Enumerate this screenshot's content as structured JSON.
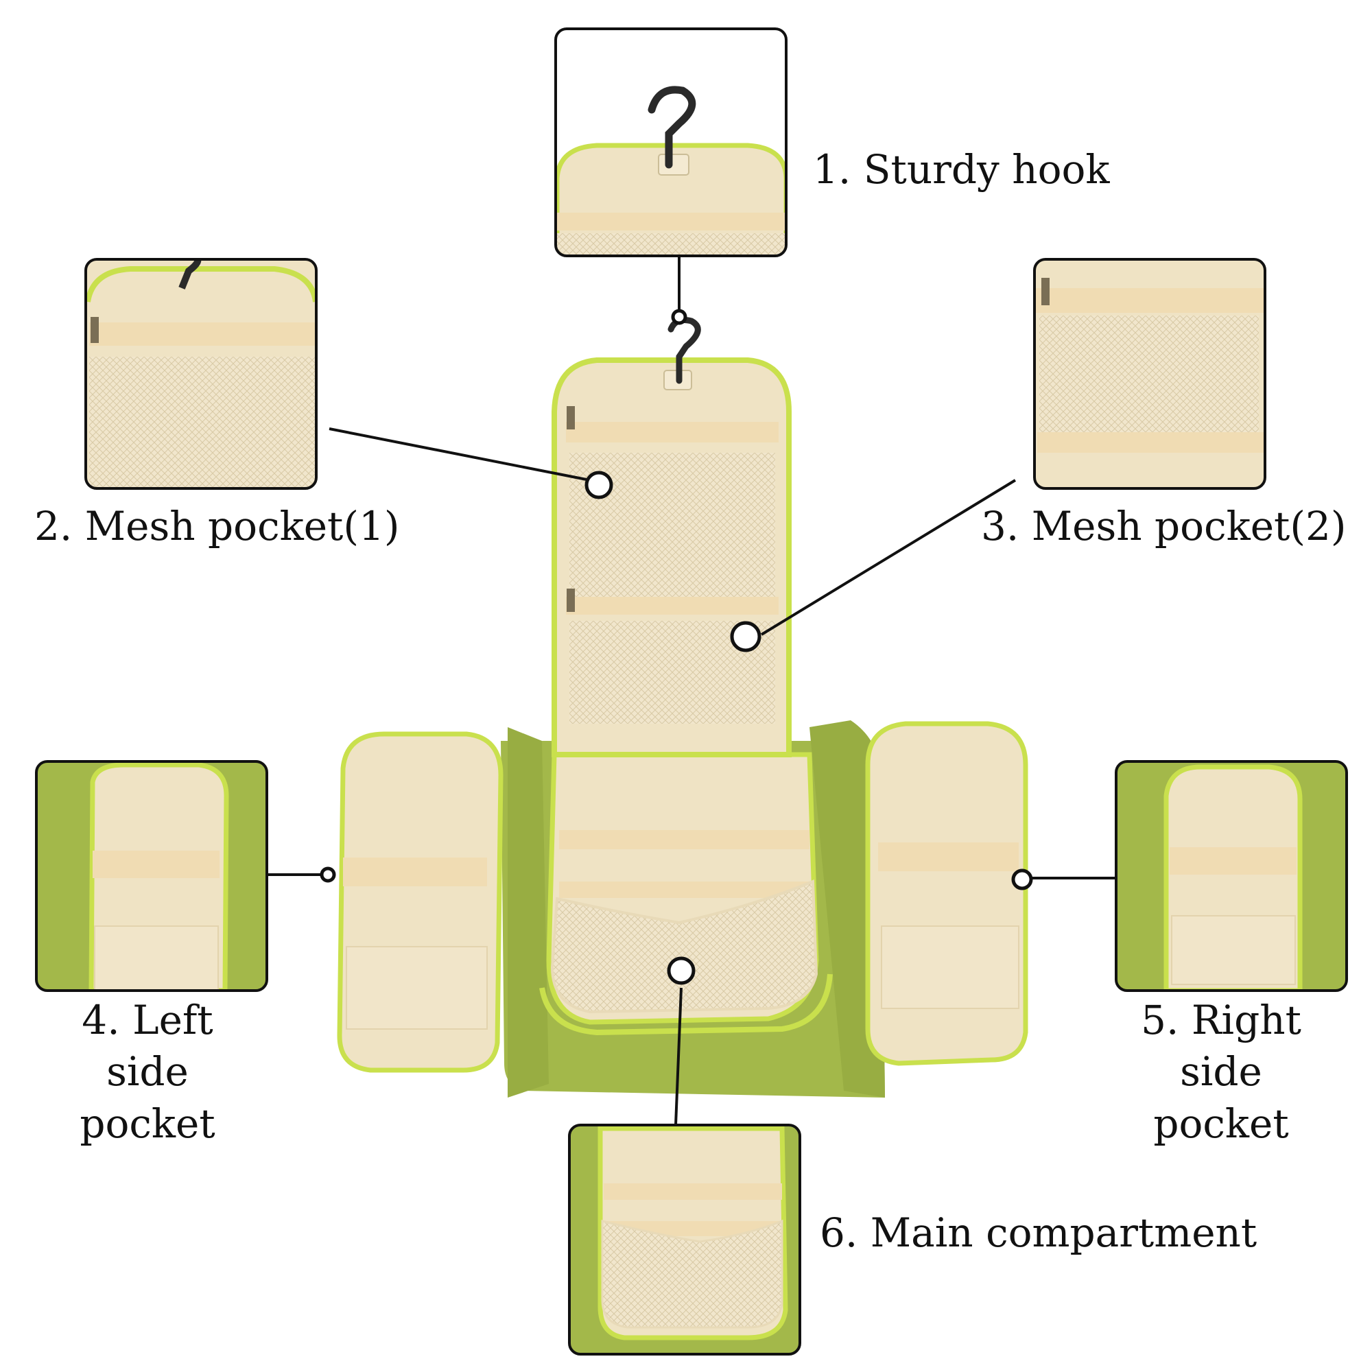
{
  "labels": {
    "hook": "1. Sturdy hook",
    "mesh1": "2. Mesh pocket(1)",
    "mesh2": "3. Mesh pocket(2)",
    "left_line1": "4. Left side",
    "left_line2": "pocket",
    "right_line1": "5. Right side",
    "right_line2": "pocket",
    "main": "6. Main compartment"
  },
  "colors": {
    "bag_green": "#a3b84a",
    "zipper_lime": "#c9e04d",
    "lining_cream": "#efe3c4",
    "tape_beige": "#f0dcb3",
    "hook_black": "#2a2a2a",
    "frame_border": "#111111"
  }
}
